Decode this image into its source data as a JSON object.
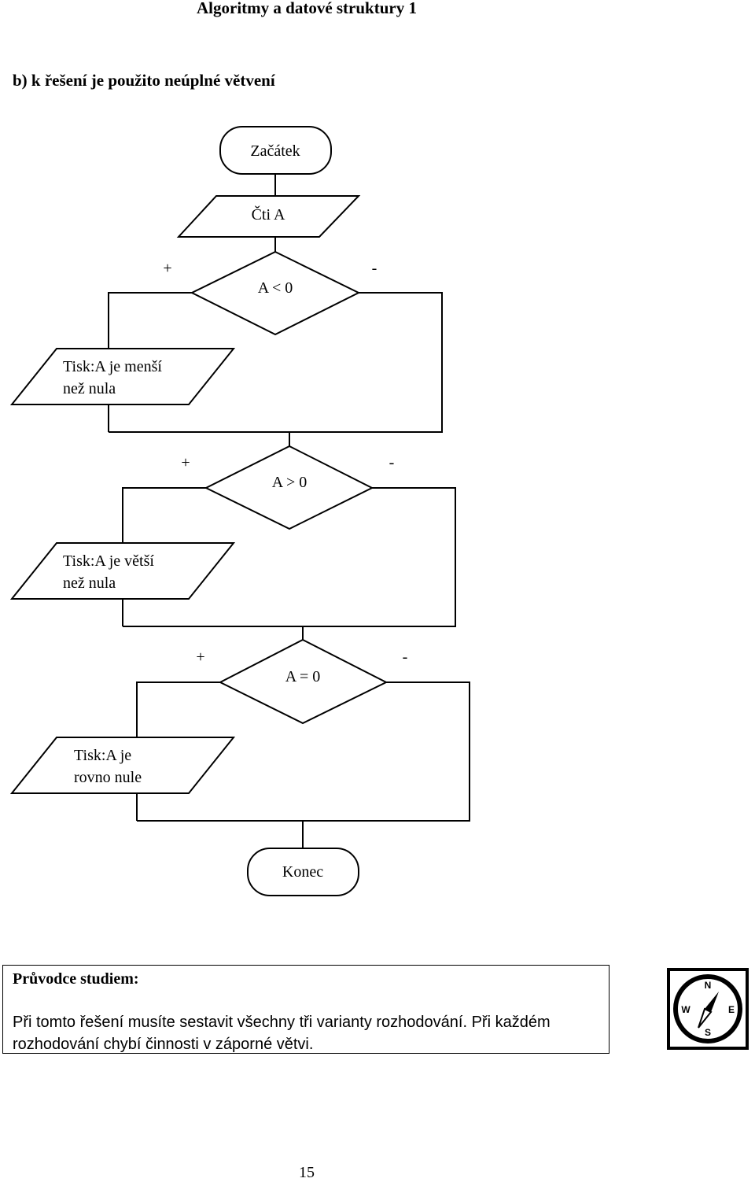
{
  "header": {
    "title": "Algoritmy a datové struktury 1"
  },
  "section": {
    "title": "b) k řešení je použito neúplné větvení"
  },
  "flowchart": {
    "start": "Začátek",
    "input": "Čti A",
    "decision1": {
      "condition": "A < 0",
      "yes": "+",
      "no": "-"
    },
    "output1": {
      "line1": "Tisk:A je menší",
      "line2": "než nula"
    },
    "decision2": {
      "condition": "A > 0",
      "yes": "+",
      "no": "-"
    },
    "output2": {
      "line1": "Tisk:A je větší",
      "line2": "než nula"
    },
    "decision3": {
      "condition": "A = 0",
      "yes": "+",
      "no": "-"
    },
    "output3": {
      "line1": "Tisk:A je",
      "line2": "rovno nule"
    },
    "end": "Konec"
  },
  "guide": {
    "title": "Průvodce studiem:",
    "text": "Při tomto řešení musíte sestavit všechny tři varianty rozhodování. Při každém rozhodování chybí činnosti v záporné větvi."
  },
  "compass": {
    "icon": "compass-icon",
    "letters": {
      "n": "N",
      "w": "W",
      "e": "E",
      "s": "S"
    }
  },
  "page": {
    "number": "15"
  }
}
